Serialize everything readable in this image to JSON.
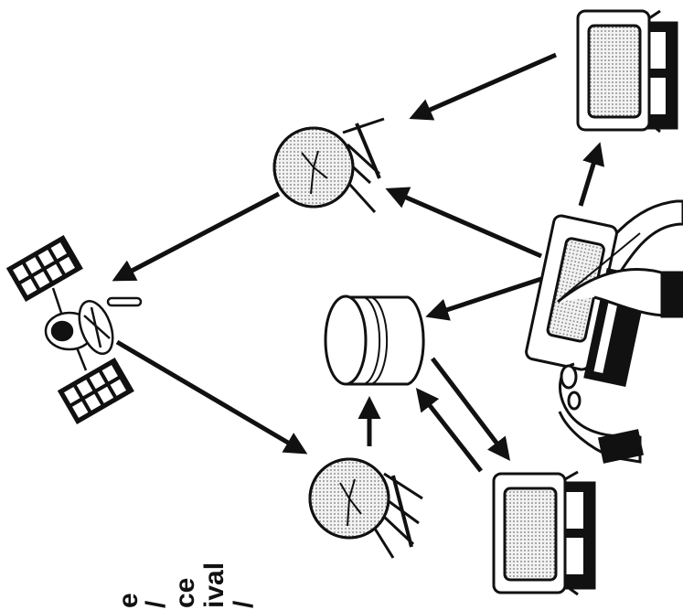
{
  "colors": {
    "ink": "#111111",
    "paper": "#ffffff",
    "screen_fill": "#d9d9d9"
  },
  "nodes": [
    {
      "id": "satellite",
      "icon": "satellite-icon"
    },
    {
      "id": "dish-upper",
      "icon": "satellite-dish-icon"
    },
    {
      "id": "dish-lower",
      "icon": "satellite-dish-icon"
    },
    {
      "id": "storage",
      "icon": "database-cylinder-icon"
    },
    {
      "id": "terminal-top-right",
      "icon": "computer-terminal-icon"
    },
    {
      "id": "terminal-bottom-right",
      "icon": "computer-terminal-icon"
    },
    {
      "id": "workstation",
      "icon": "hand-drawing-workstation-icon"
    }
  ],
  "labels": {
    "line1": "e",
    "line2": "/",
    "line3": "ce",
    "line4": "ival",
    "line5": "/"
  }
}
